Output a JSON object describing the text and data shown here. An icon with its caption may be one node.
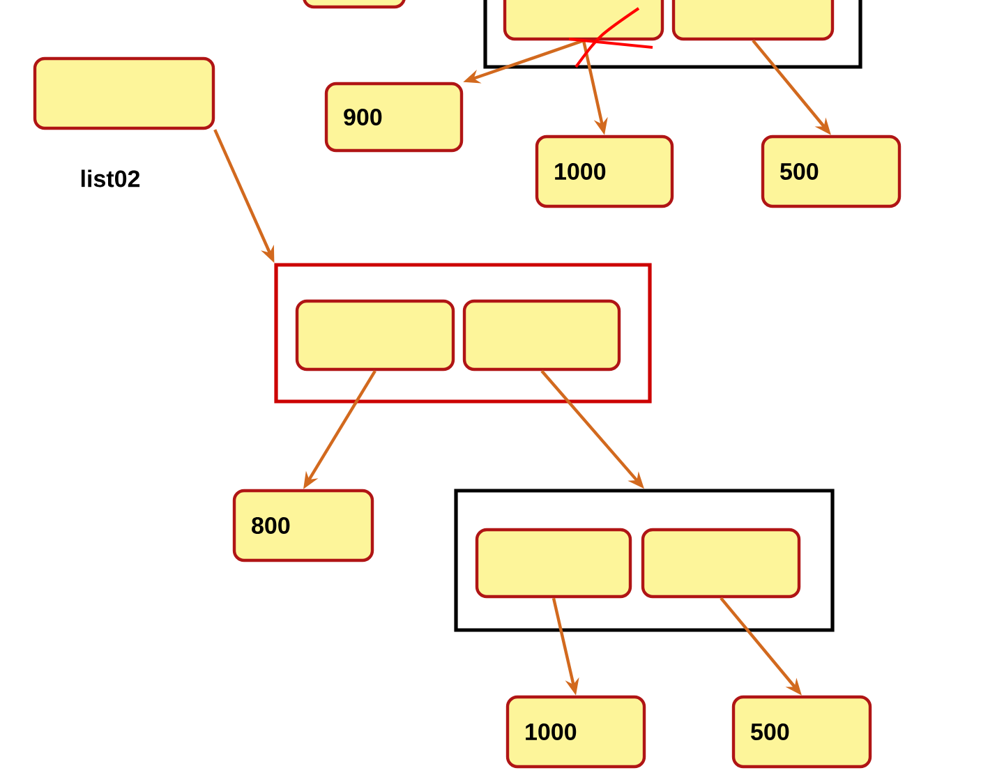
{
  "diagram": {
    "nodes": [
      {
        "text": [],
        "shape": "box"
      },
      {
        "text": [],
        "shape": "box"
      },
      {
        "text": [],
        "shape": "box",
        "in": 1
      },
      {
        "text": [],
        "shape": "box",
        "in": 1
      },
      {
        "text": [
          "900"
        ]
      },
      {
        "text": [
          "1000"
        ]
      },
      {
        "text": [
          "500"
        ]
      },
      {
        "text": [],
        "shape": "box",
        "beside": [
          "list02"
        ]
      },
      {
        "text": [],
        "shape": "box"
      },
      {
        "text": [],
        "shape": "box",
        "in": 8
      },
      {
        "text": [],
        "shape": "box",
        "in": 8
      },
      {
        "text": [
          "800"
        ]
      },
      {
        "text": [],
        "shape": "box"
      },
      {
        "text": [],
        "shape": "box",
        "in": 12
      },
      {
        "text": [],
        "shape": "box",
        "in": 12
      },
      {
        "text": [
          "1000"
        ]
      },
      {
        "text": [
          "500"
        ]
      }
    ],
    "edges": [
      {
        "from": 2,
        "to": 4,
        "arrow": "to"
      },
      {
        "from": 2,
        "to": 5,
        "arrow": "to"
      },
      {
        "from": 3,
        "to": 6,
        "arrow": "to"
      },
      {
        "from": 7,
        "to": 8,
        "arrow": "to"
      },
      {
        "from": 9,
        "to": 11,
        "arrow": "to"
      },
      {
        "from": 10,
        "to": 12,
        "arrow": "to"
      },
      {
        "from": 13,
        "to": 15,
        "arrow": "to"
      },
      {
        "from": 14,
        "to": 16,
        "arrow": "to"
      }
    ]
  }
}
